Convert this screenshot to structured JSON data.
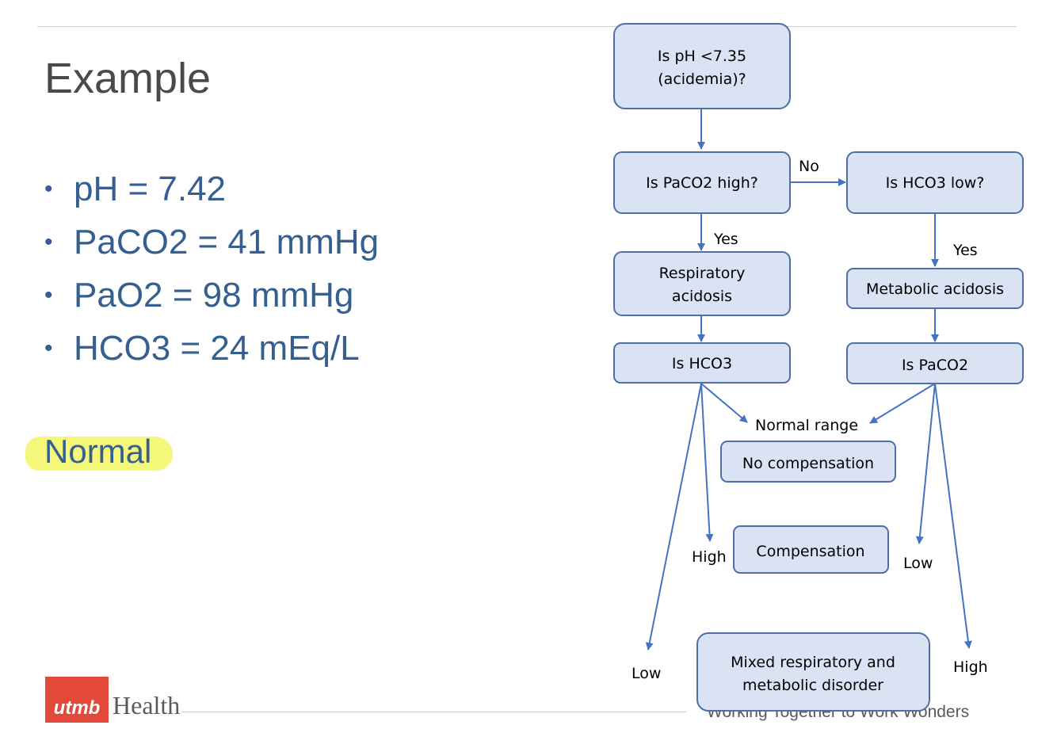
{
  "slide": {
    "title": "Example",
    "bullets": [
      "pH = 7.42",
      "PaCO2 = 41 mmHg",
      "PaO2 = 98 mmHg",
      "HCO3 = 24 mEq/L"
    ],
    "bullet_glyph": "•",
    "answer": "Normal",
    "highlight_color": "#f5f77a"
  },
  "footer": {
    "logo_mark": "utmb",
    "logo_text": "Health",
    "tagline": "Working Together to Work Wonders",
    "logo_color": "#e2493a"
  },
  "flowchart": {
    "nodes": {
      "ph": [
        "Is pH <7.35",
        "(acidemia)?"
      ],
      "paco2_high": [
        "Is PaCO2 high?"
      ],
      "hco3_low": [
        "Is HCO3 low?"
      ],
      "resp_acidosis": [
        "Respiratory",
        "acidosis"
      ],
      "met_acidosis": [
        "Metabolic acidosis"
      ],
      "is_hco3": [
        "Is HCO3"
      ],
      "is_paco2": [
        "Is PaCO2"
      ],
      "no_comp": [
        "No compensation"
      ],
      "comp": [
        "Compensation"
      ],
      "mixed": [
        "Mixed respiratory and",
        "metabolic disorder"
      ]
    },
    "labels": {
      "no": "No",
      "yes_left": "Yes",
      "yes_right": "Yes",
      "normal_range": "Normal range",
      "high_left": "High",
      "low_left": "Low",
      "low_right": "Low",
      "high_right": "High"
    },
    "box_fill": "#dae3f3",
    "box_stroke": "#4e6fa8",
    "arrow_color": "#4472c4"
  }
}
